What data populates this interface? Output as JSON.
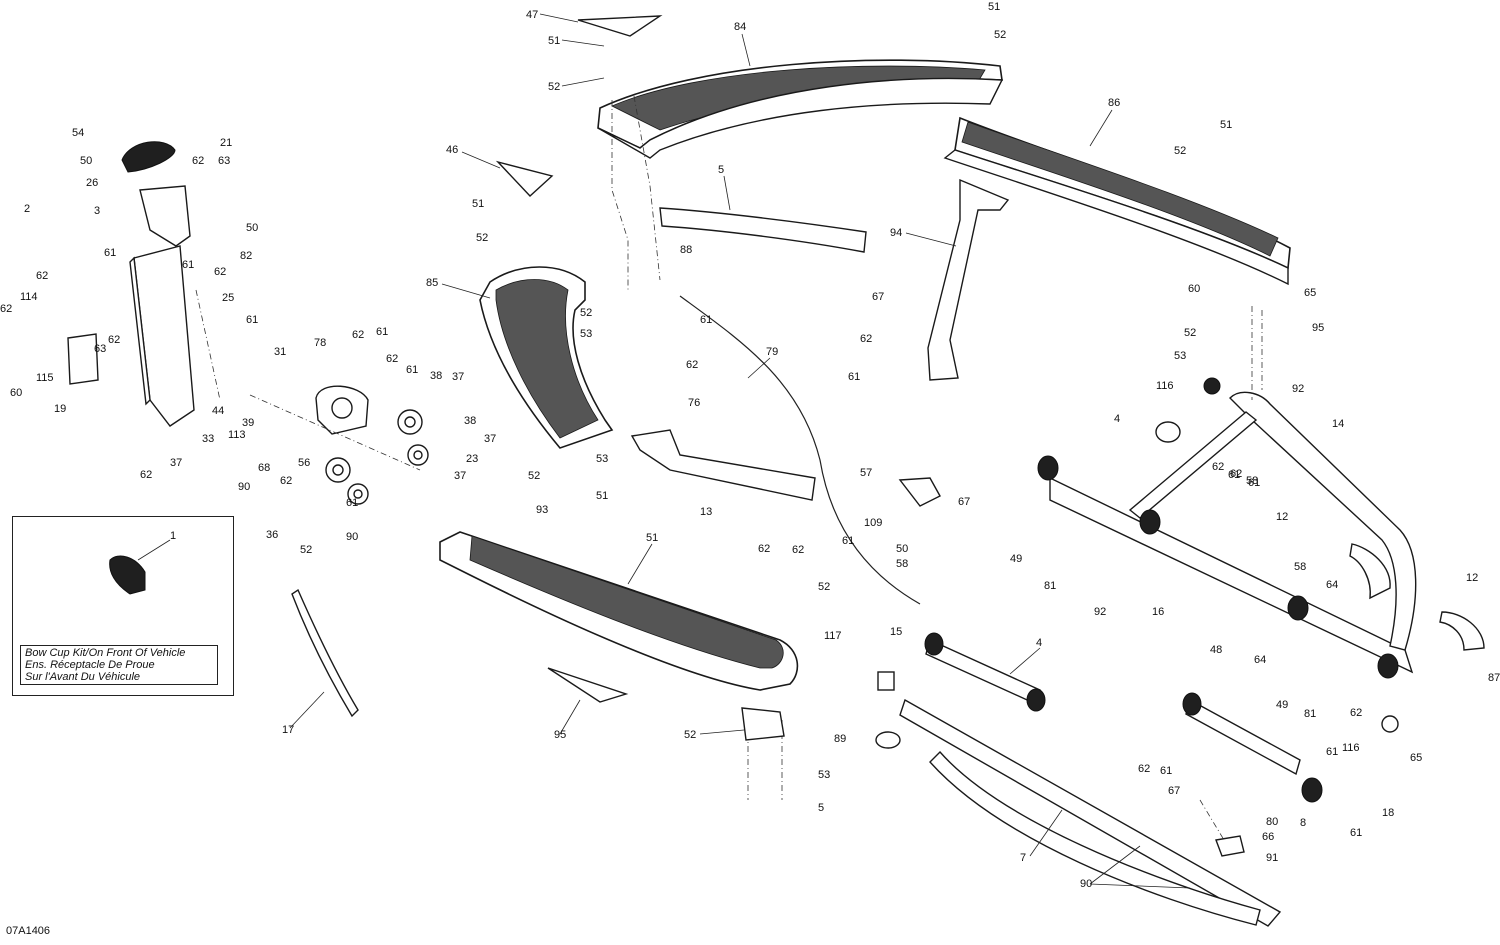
{
  "drawing_code": "07A1406",
  "kit_caption": {
    "line1": "Bow Cup Kit/On Front Of Vehicle",
    "line2": "Ens. Réceptacle De Proue",
    "line3": "Sur l'Avant Du Véhicule"
  },
  "callouts": [
    "47",
    "51",
    "52",
    "84",
    "51",
    "52",
    "51",
    "52",
    "86",
    "51",
    "52",
    "54",
    "21",
    "50",
    "62",
    "63",
    "26",
    "50",
    "82",
    "61",
    "62",
    "2",
    "3",
    "46",
    "51",
    "52",
    "5",
    "88",
    "94",
    "62",
    "25",
    "61",
    "63",
    "62",
    "60",
    "114",
    "115",
    "19",
    "62",
    "61",
    "85",
    "52",
    "53",
    "61",
    "62",
    "76",
    "79",
    "67",
    "62",
    "61",
    "60",
    "65",
    "52",
    "95",
    "53",
    "116",
    "92",
    "14",
    "4",
    "62",
    "61",
    "78",
    "62",
    "61",
    "62",
    "61",
    "31",
    "38",
    "37",
    "38",
    "37",
    "23",
    "37",
    "90",
    "44",
    "39",
    "113",
    "68",
    "33",
    "90",
    "62",
    "56",
    "36",
    "52",
    "53",
    "51",
    "52",
    "93",
    "13",
    "57",
    "67",
    "62",
    "62",
    "61",
    "109",
    "50",
    "58",
    "62",
    "61",
    "58",
    "12",
    "64",
    "49",
    "81",
    "92",
    "16",
    "58",
    "12",
    "87",
    "51",
    "52",
    "117",
    "1",
    "95",
    "52",
    "53",
    "5",
    "17",
    "15",
    "4",
    "89",
    "48",
    "64",
    "49",
    "81",
    "62",
    "61",
    "116",
    "65",
    "62",
    "61",
    "67",
    "80",
    "66",
    "8",
    "61",
    "18",
    "91",
    "7",
    "90",
    "62",
    "37",
    "61"
  ]
}
